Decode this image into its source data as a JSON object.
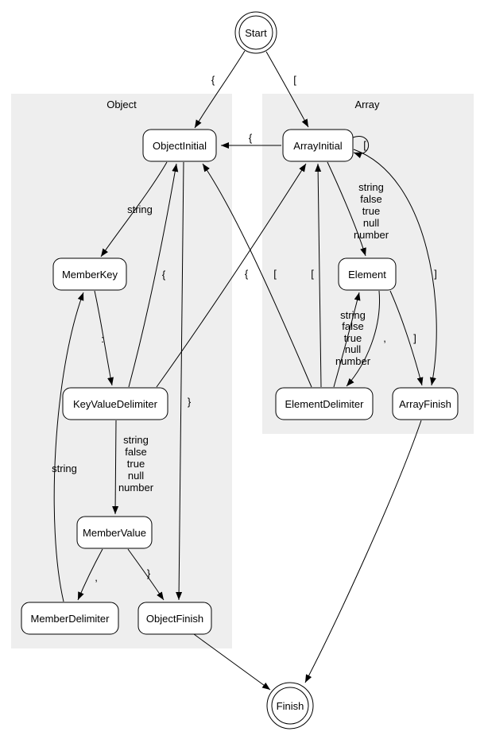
{
  "clusters": {
    "object": "Object",
    "array": "Array"
  },
  "nodes": {
    "start": "Start",
    "finish": "Finish",
    "object_initial": "ObjectInitial",
    "member_key": "MemberKey",
    "key_value_delimiter": "KeyValueDelimiter",
    "member_value": "MemberValue",
    "member_delimiter": "MemberDelimiter",
    "object_finish": "ObjectFinish",
    "array_initial": "ArrayInitial",
    "element": "Element",
    "element_delimiter": "ElementDelimiter",
    "array_finish": "ArrayFinish"
  },
  "edges": {
    "start_objectinitial": "{",
    "start_arrayinitial": "[",
    "arrayinitial_objectinitial": "{",
    "arrayinitial_arrayinitial": "[",
    "objectinitial_memberkey": "string",
    "objectinitial_objectfinish": "}",
    "memberkey_keyvaluedelimiter": ":",
    "keyvaluedelimiter_objectinitial": "{",
    "keyvaluedelimiter_arrayinitial": "[",
    "keyvaluedelimiter_membervalue": [
      "string",
      "false",
      "true",
      "null",
      "number"
    ],
    "membervalue_memberdelimiter": ",",
    "membervalue_objectfinish": "}",
    "memberdelimiter_memberkey": "string",
    "arrayinitial_element": [
      "string",
      "false",
      "true",
      "null",
      "number"
    ],
    "arrayinitial_arrayfinish": "]",
    "element_elementdelimiter": ",",
    "element_arrayfinish": "]",
    "elementdelimiter_element": [
      "string",
      "false",
      "true",
      "null",
      "number"
    ],
    "elementdelimiter_objectinitial": "{",
    "elementdelimiter_arrayinitial": "["
  },
  "colors": {
    "cluster_fill": "#eeeeee",
    "node_fill": "#ffffff",
    "stroke": "#000000"
  }
}
